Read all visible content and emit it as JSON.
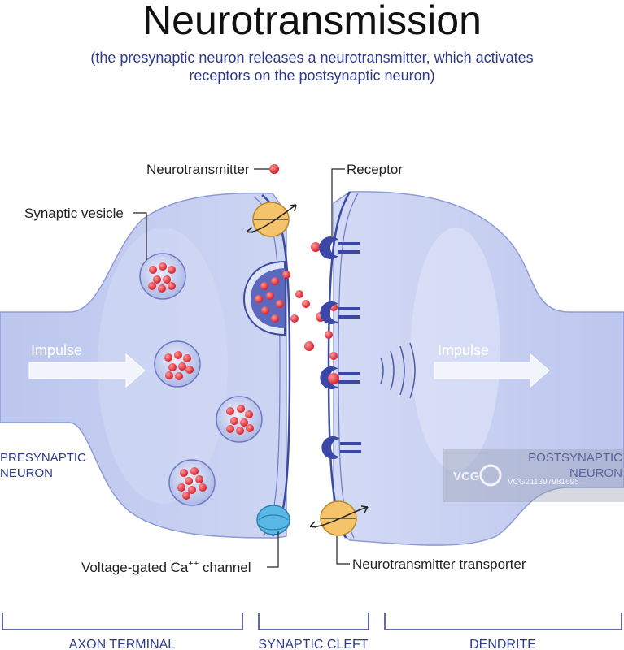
{
  "title": "Neurotransmission",
  "subtitle": "(the presynaptic neuron releases a neurotransmitter, which activates receptors on the postsynaptic neuron)",
  "labels": {
    "neurotransmitter": "Neurotransmitter",
    "receptor": "Receptor",
    "synaptic_vesicle": "Synaptic vesicle",
    "impulse_left": "Impulse",
    "impulse_right": "Impulse",
    "presynaptic_line1": "PRESYNAPTIC",
    "presynaptic_line2": "NEURON",
    "postsynaptic_line1": "POSTSYNAPTIC",
    "postsynaptic_line2": "NEURON",
    "ca_channel": "Voltage-gated Ca",
    "ca_superscript": "++",
    "ca_channel_suffix": " channel",
    "transporter": "Neurotransmitter transporter"
  },
  "sections": {
    "axon_terminal": "AXON TERMINAL",
    "synaptic_cleft": "SYNAPTIC CLEFT",
    "dendrite": "DENDRITE"
  },
  "watermark": {
    "logo": "VCG",
    "id": "VCG211397981695"
  },
  "colors": {
    "neuron_fill": "#c4cdf0",
    "neuron_light": "#dde3f8",
    "membrane": "#3c4aa0",
    "neurotransmitter": "#e8323a",
    "transporter": "#f4c36a",
    "ca_channel": "#5ab8e6",
    "vesicle_fill": "#b8c2ec",
    "receptor": "#3a47a6",
    "label_text": "#2e3a8c"
  }
}
